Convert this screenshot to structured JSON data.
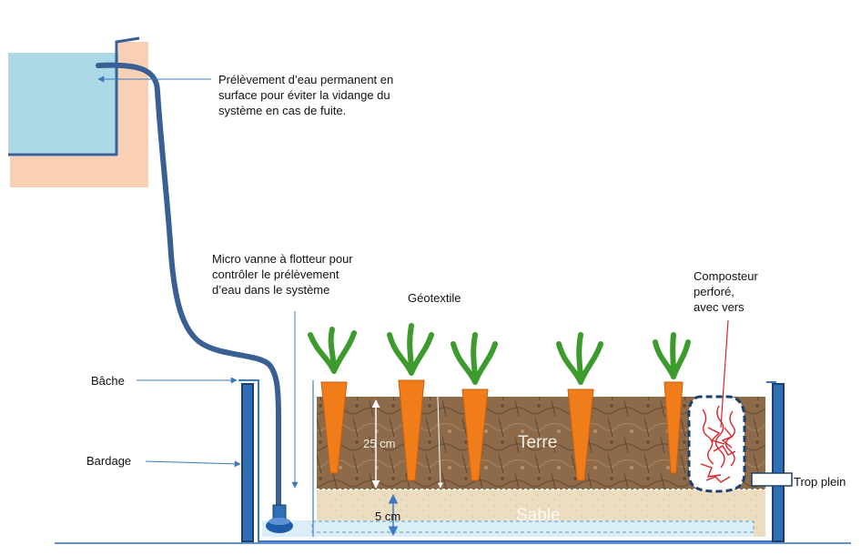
{
  "labels": {
    "water_intake": "Prélèvement d’eau permanent  en\nsurface pour éviter la vidange du\nsystème en cas de fuite.",
    "float_valve": "Micro vanne à flotteur pour\ncontrôler le prélèvement\nd’eau dans le système",
    "geotextile": "Géotextile",
    "composter": "Composteur\n perforé,\navec vers",
    "tarp": "Bâche",
    "cladding": "Bardage",
    "overflow": "Trop plein",
    "soil": "Terre",
    "sand": "Sable",
    "soil_depth": "25 cm",
    "sand_depth": "5 cm"
  },
  "colors": {
    "pond_water": "#add8e6",
    "pond_wall": "#f9d0b3",
    "pipe": "#3a5f94",
    "frame": "#2e6fb5",
    "soil": "#8c6a4a",
    "sand": "#ecdcc0",
    "carrot": "#f07d1a",
    "leaves": "#3d9b2d",
    "worms": "#d8232a",
    "arrow": "#3a78c0"
  },
  "icons": [
    "carrot-icon",
    "float-valve-icon",
    "worm-icon"
  ]
}
